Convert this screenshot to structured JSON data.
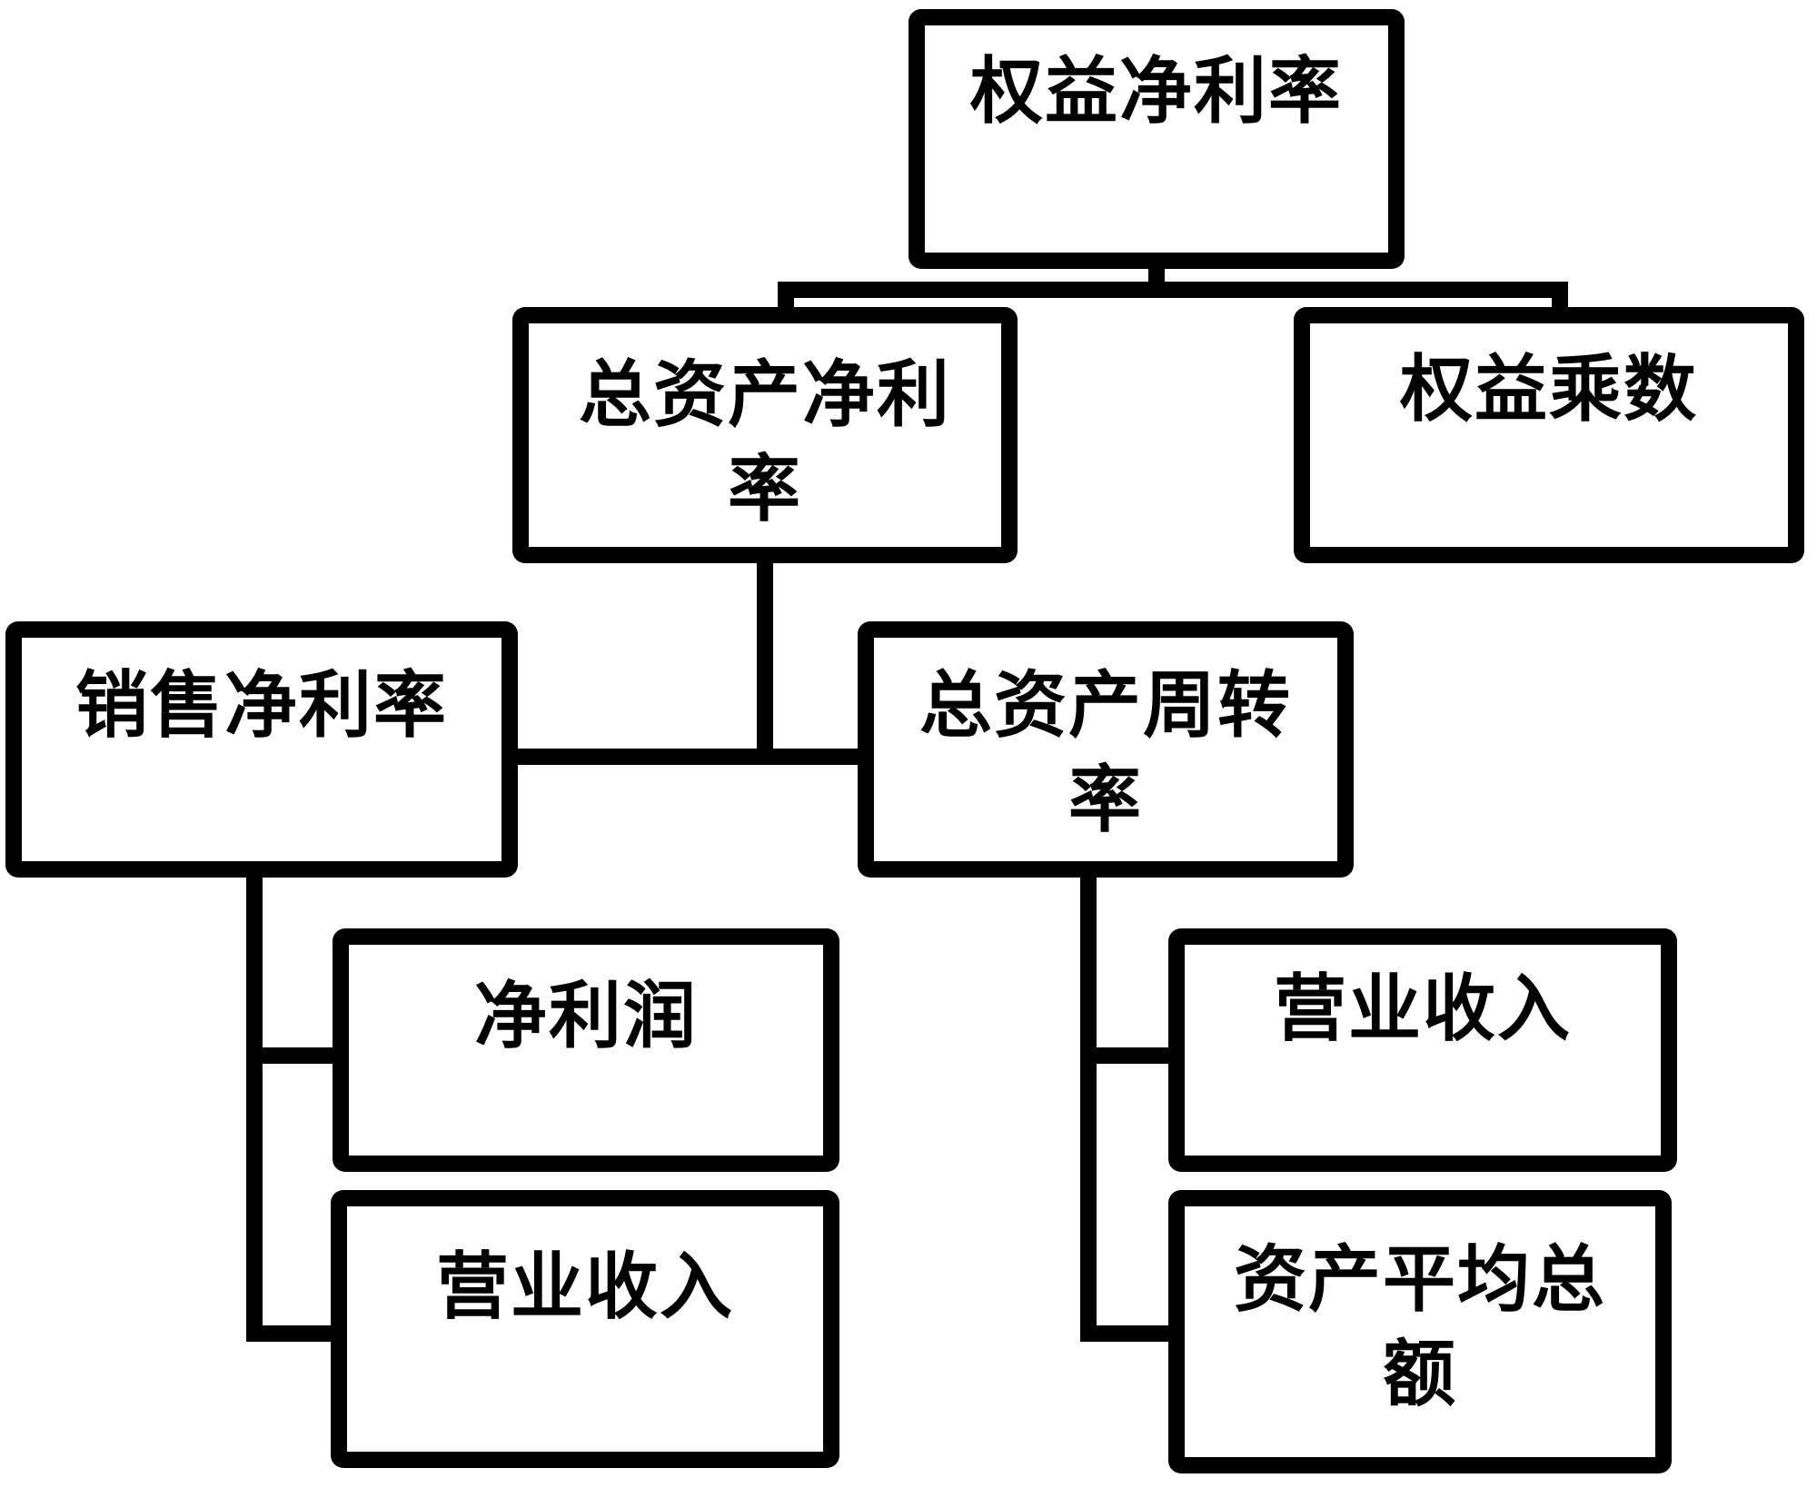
{
  "diagram": {
    "type": "flowchart",
    "description": "DuPont analysis decomposition of return on equity",
    "colors": {
      "line": "#000000",
      "text": "#000000",
      "box_fill": "#ffffff",
      "background": "#ffffff"
    },
    "nodes": {
      "roe": {
        "id": "roe",
        "label": "权益净利率",
        "lines": [
          "权益净利率"
        ]
      },
      "roa": {
        "id": "roa",
        "label": "总资产净利率",
        "lines": [
          "总资产净利",
          "率"
        ]
      },
      "em": {
        "id": "em",
        "label": "权益乘数",
        "lines": [
          "权益乘数"
        ]
      },
      "npm": {
        "id": "npm",
        "label": "销售净利率",
        "lines": [
          "销售净利率"
        ]
      },
      "tat": {
        "id": "tat",
        "label": "总资产周转率",
        "lines": [
          "总资产周转",
          "率"
        ]
      },
      "np": {
        "id": "np",
        "label": "净利润",
        "lines": [
          "净利润"
        ]
      },
      "rev_left": {
        "id": "rev_left",
        "label": "营业收入",
        "lines": [
          "营业收入"
        ]
      },
      "rev_right": {
        "id": "rev_right",
        "label": "营业收入",
        "lines": [
          "营业收入"
        ]
      },
      "avg_assets": {
        "id": "avg_assets",
        "label": "资产平均总额",
        "lines": [
          "资产平均总",
          "额"
        ]
      }
    },
    "edges": [
      {
        "from": "roe",
        "to": "roa"
      },
      {
        "from": "roe",
        "to": "em"
      },
      {
        "from": "roa",
        "to": "npm"
      },
      {
        "from": "roa",
        "to": "tat"
      },
      {
        "from": "npm",
        "to": "np"
      },
      {
        "from": "npm",
        "to": "rev_left"
      },
      {
        "from": "tat",
        "to": "rev_right"
      },
      {
        "from": "tat",
        "to": "avg_assets"
      }
    ]
  }
}
